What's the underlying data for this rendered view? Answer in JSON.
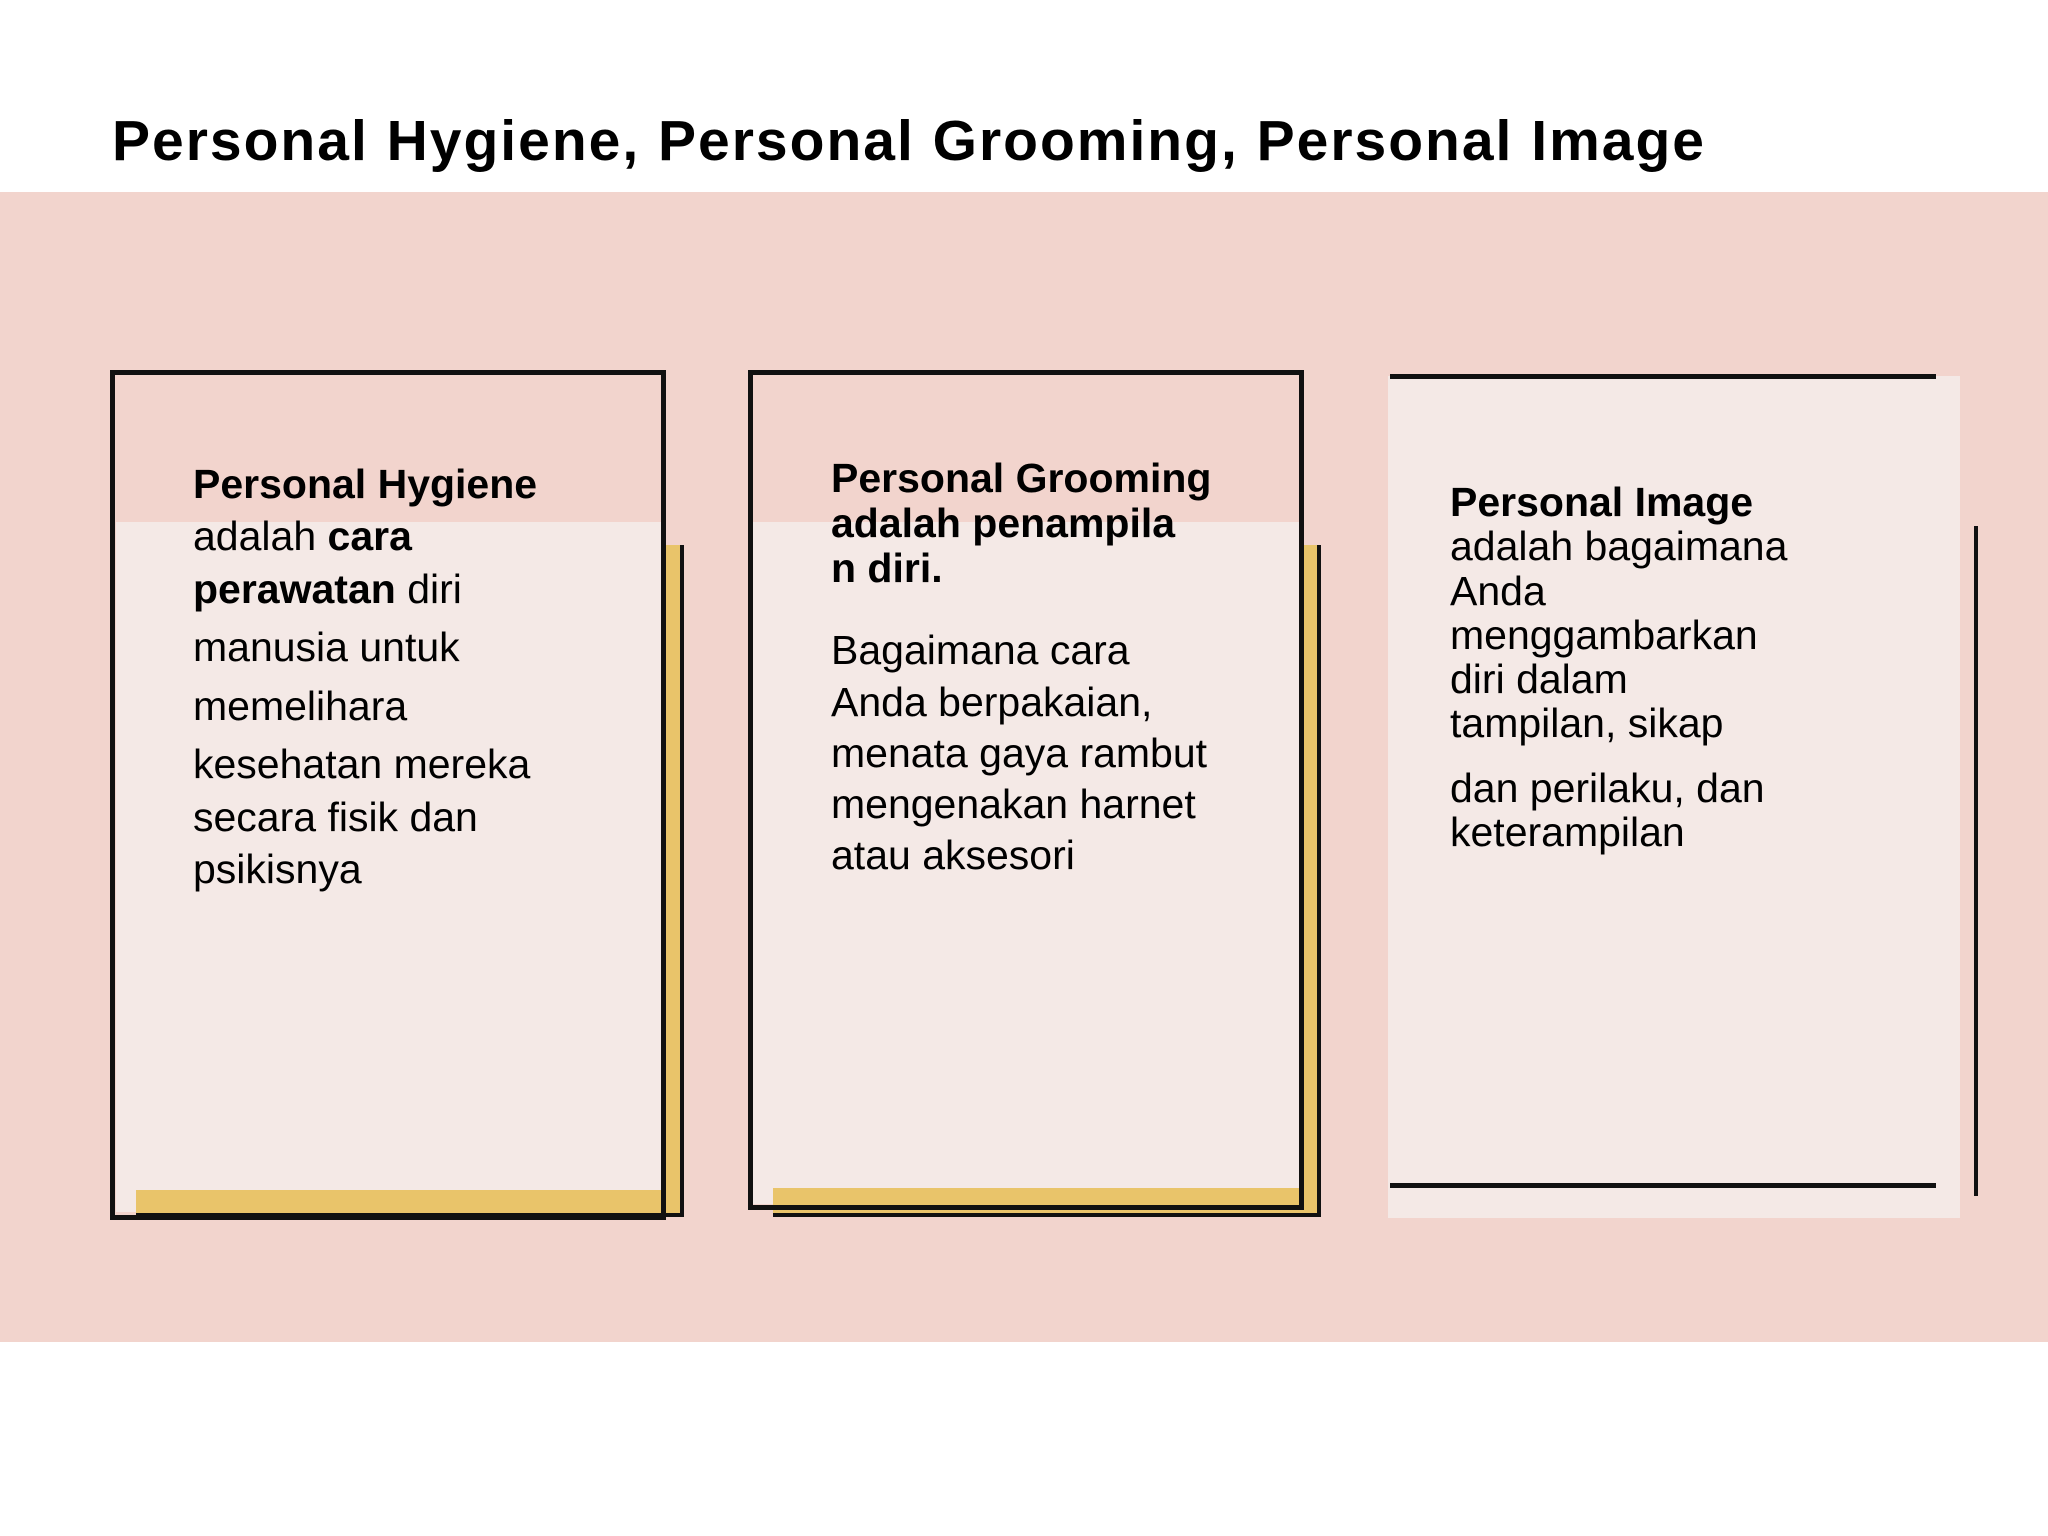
{
  "slide": {
    "title": "Personal Hygiene, Personal Grooming, Personal Image"
  },
  "colors": {
    "band": "#f2d4cd",
    "panel": "#f4e9e6",
    "accent_gold": "#e9c46a",
    "frame": "#111111"
  },
  "cards": [
    {
      "heading": "Personal Hygiene",
      "line1_prefix": "adalah ",
      "line1_bold": "cara",
      "line2_bold": "perawatan",
      "line2_suffix": " diri",
      "lines": [
        "manusia untuk",
        "memelihara",
        "kesehatan mereka",
        "secara fisik dan",
        "psikisnya"
      ]
    },
    {
      "heading_lines": [
        "Personal Grooming",
        "adalah penampila",
        "n diri."
      ],
      "lines": [
        "Bagaimana cara",
        "Anda berpakaian,",
        "menata gaya rambut",
        "mengenakan harnet",
        "atau aksesori"
      ]
    },
    {
      "heading": "Personal Image",
      "lines": [
        "adalah bagaimana",
        "Anda",
        "menggambarkan",
        "diri dalam",
        "tampilan, sikap",
        "dan perilaku, dan",
        "keterampilan"
      ]
    }
  ]
}
